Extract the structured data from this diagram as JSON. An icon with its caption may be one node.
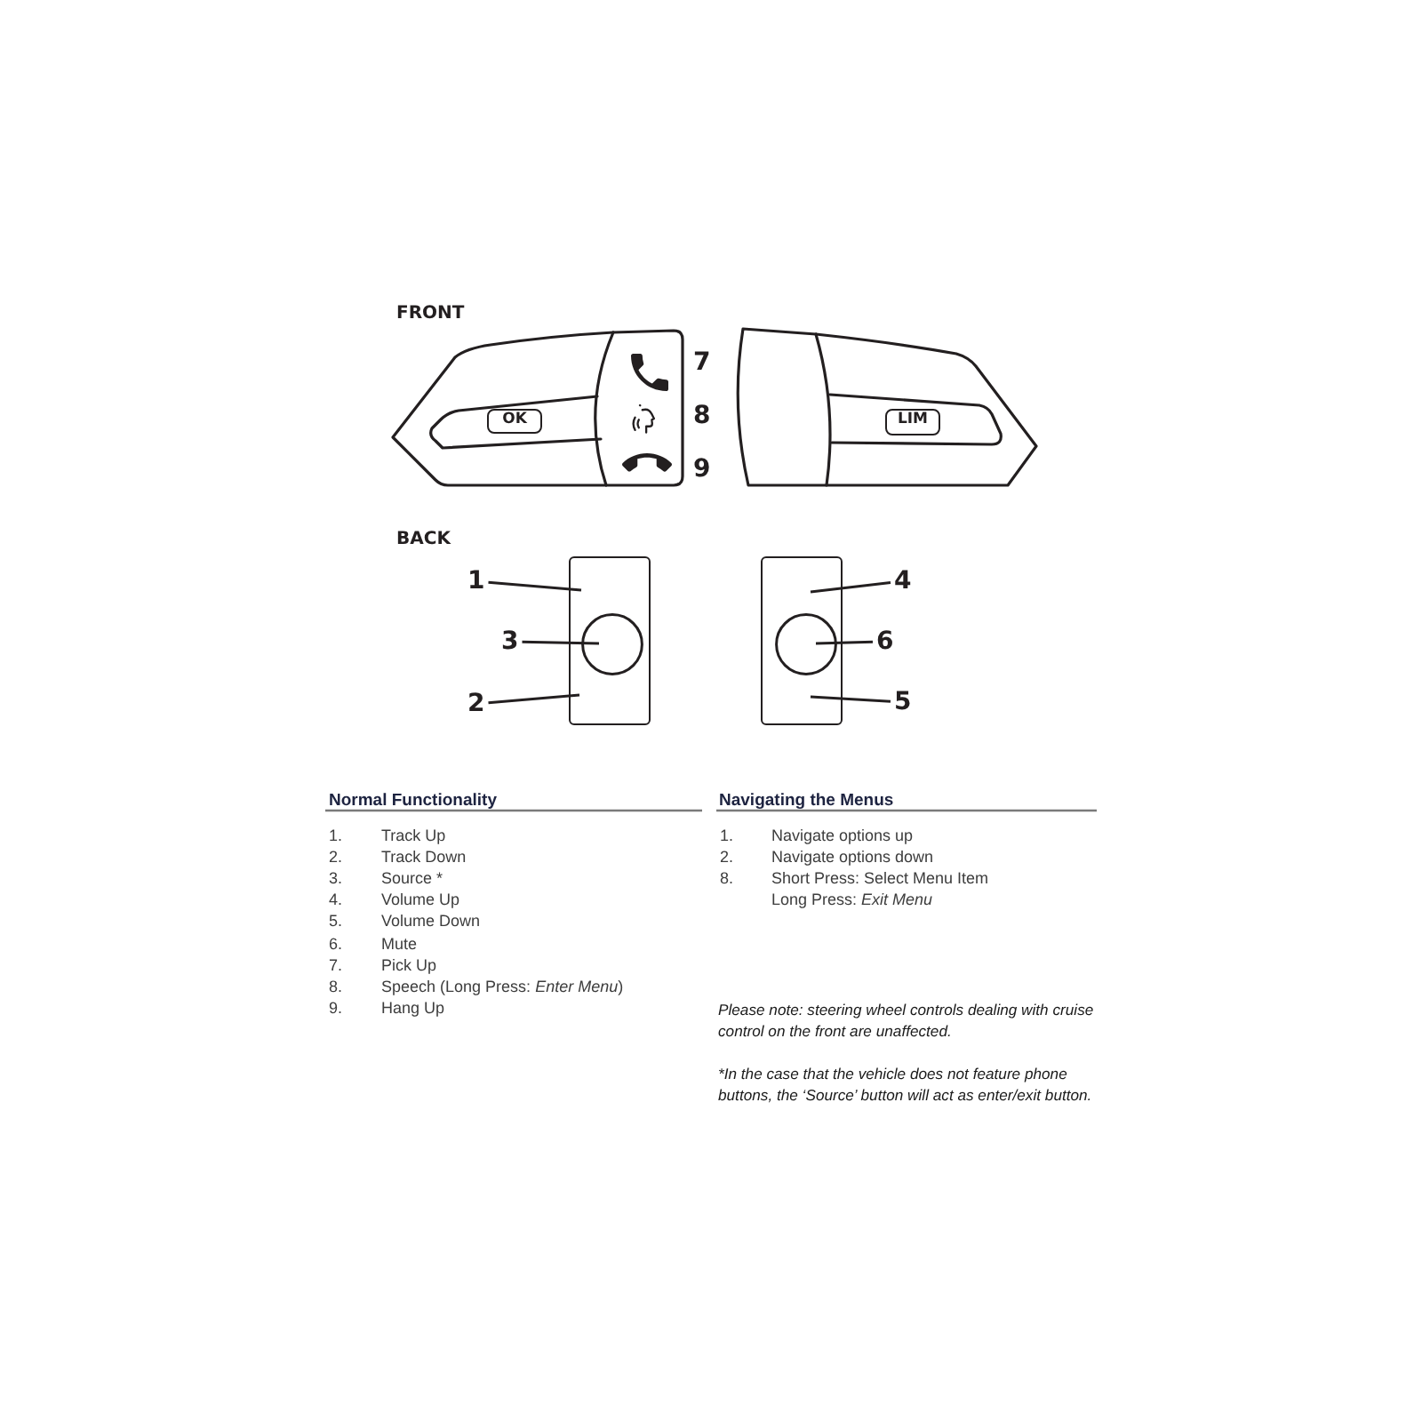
{
  "diagram": {
    "nodes": [
      {
        "text": [
          "OK"
        ]
      },
      {
        "text": [
          "LIM"
        ]
      },
      {
        "text": [
          "1"
        ]
      },
      {
        "text": [],
        "shape": "box"
      },
      {
        "text": [],
        "shape": "circle",
        "in": 3
      },
      {
        "text": [
          "3"
        ]
      },
      {
        "text": [
          "2"
        ]
      },
      {
        "text": [],
        "shape": "box"
      },
      {
        "text": [],
        "shape": "circle",
        "in": 7
      },
      {
        "text": [
          "4"
        ]
      },
      {
        "text": [
          "6"
        ]
      },
      {
        "text": [
          "5"
        ]
      }
    ],
    "edges": [
      {
        "from": 2,
        "to": 3,
        "arrow": "none"
      },
      {
        "from": 5,
        "to": 4,
        "arrow": "none"
      },
      {
        "from": 6,
        "to": 3,
        "arrow": "none"
      },
      {
        "from": 9,
        "to": 7,
        "arrow": "none"
      },
      {
        "from": 10,
        "to": 8,
        "arrow": "none"
      },
      {
        "from": 11,
        "to": 7,
        "arrow": "none"
      }
    ],
    "labels": [
      "FRONT",
      "7",
      "8",
      "9",
      "BACK",
      "Normal Functionality",
      "1.",
      "Track Up",
      "2.",
      "Track Down",
      "3.",
      "Source *",
      "4.",
      "Volume Up",
      "5.",
      "Volume Down",
      "6.",
      "Mute",
      "7.",
      "Pick Up",
      "8.",
      "Speech (Long Press: *Enter Menu*)",
      "9.",
      "Hang Up",
      "Navigating the Menus",
      "1.",
      "Navigate options up",
      "2.",
      "Navigate options down",
      "8.",
      "Short Press: Select Menu Item",
      "Long Press: *Exit Menu*",
      "Please note: steering wheel controls dealing with cruise control on the front are unaffected.",
      "*In the case that the vehicle does not feature phone buttons, the ‘Source’ button will act as enter/exit button."
    ]
  }
}
